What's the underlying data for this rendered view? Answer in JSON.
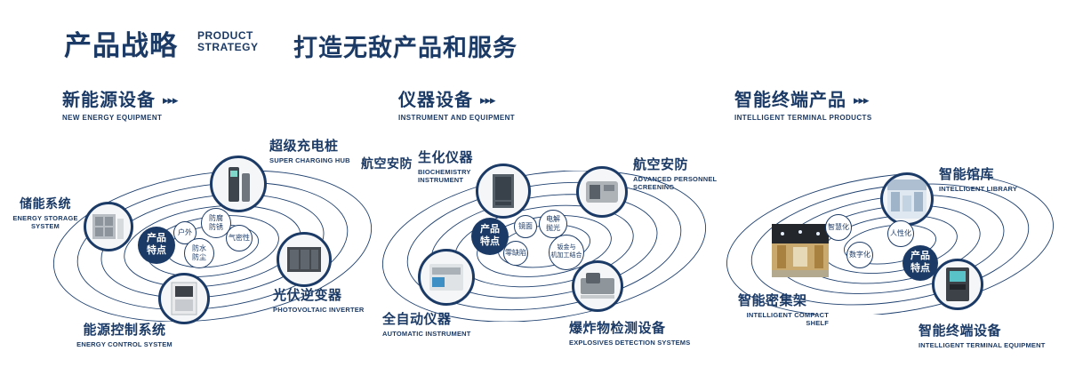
{
  "colors": {
    "navy": "#1b3a66",
    "white": "#ffffff"
  },
  "header": {
    "title": "产品战略",
    "subtitle": "PRODUCT\nSTRATEGY",
    "tagline": "打造无敌产品和服务"
  },
  "sections": [
    {
      "title": "新能源设备",
      "subtitle": "NEW ENERGY EQUIPMENT",
      "arrows": "▸▸▸",
      "badge": "产品\n特点",
      "features": [
        "户外",
        "防腐\n防锈",
        "气密性",
        "防水\n防尘"
      ],
      "products": [
        {
          "name": "储能系统",
          "en": "ENERGY STORAGE\nSYSTEM"
        },
        {
          "name": "超级充电桩",
          "en": "SUPER CHARGING HUB"
        },
        {
          "name": "光伏逆变器",
          "en": "PHOTOVOLTAIC INVERTER"
        },
        {
          "name": "能源控制系统",
          "en": "ENERGY CONTROL SYSTEM"
        }
      ]
    },
    {
      "title": "仪器设备",
      "subtitle": "INSTRUMENT AND EQUIPMENT",
      "arrows": "▸▸▸",
      "badge": "产品\n特点",
      "extra_label": "航空安防",
      "features": [
        "镜面",
        "电解\n抛光",
        "零缺陷",
        "钣金与\n机加工结合"
      ],
      "products": [
        {
          "name": "生化仪器",
          "en": "BIOCHEMISTRY INSTRUMENT"
        },
        {
          "name": "航空安防",
          "en": "ADVANCED PERSONNEL\nSCREENING"
        },
        {
          "name": "全自动仪器",
          "en": "AUTOMATIC INSTRUMENT"
        },
        {
          "name": "爆炸物检测设备",
          "en": "EXPLOSIVES DETECTION SYSTEMS"
        }
      ]
    },
    {
      "title": "智能终端产品",
      "subtitle": "INTELLIGENT TERMINAL PRODUCTS",
      "arrows": "▸▸▸",
      "badge": "产品\n特点",
      "features": [
        "智慧化",
        "人性化",
        "数字化"
      ],
      "products": [
        {
          "name": "智能馆库",
          "en": "INTELLIGENT LIBRARY"
        },
        {
          "name": "智能密集架",
          "en": "INTELLIGENT COMPACT\nSHELF"
        },
        {
          "name": "智能终端设备",
          "en": "INTELLIGENT TERMINAL EQUIPMENT"
        }
      ]
    }
  ]
}
